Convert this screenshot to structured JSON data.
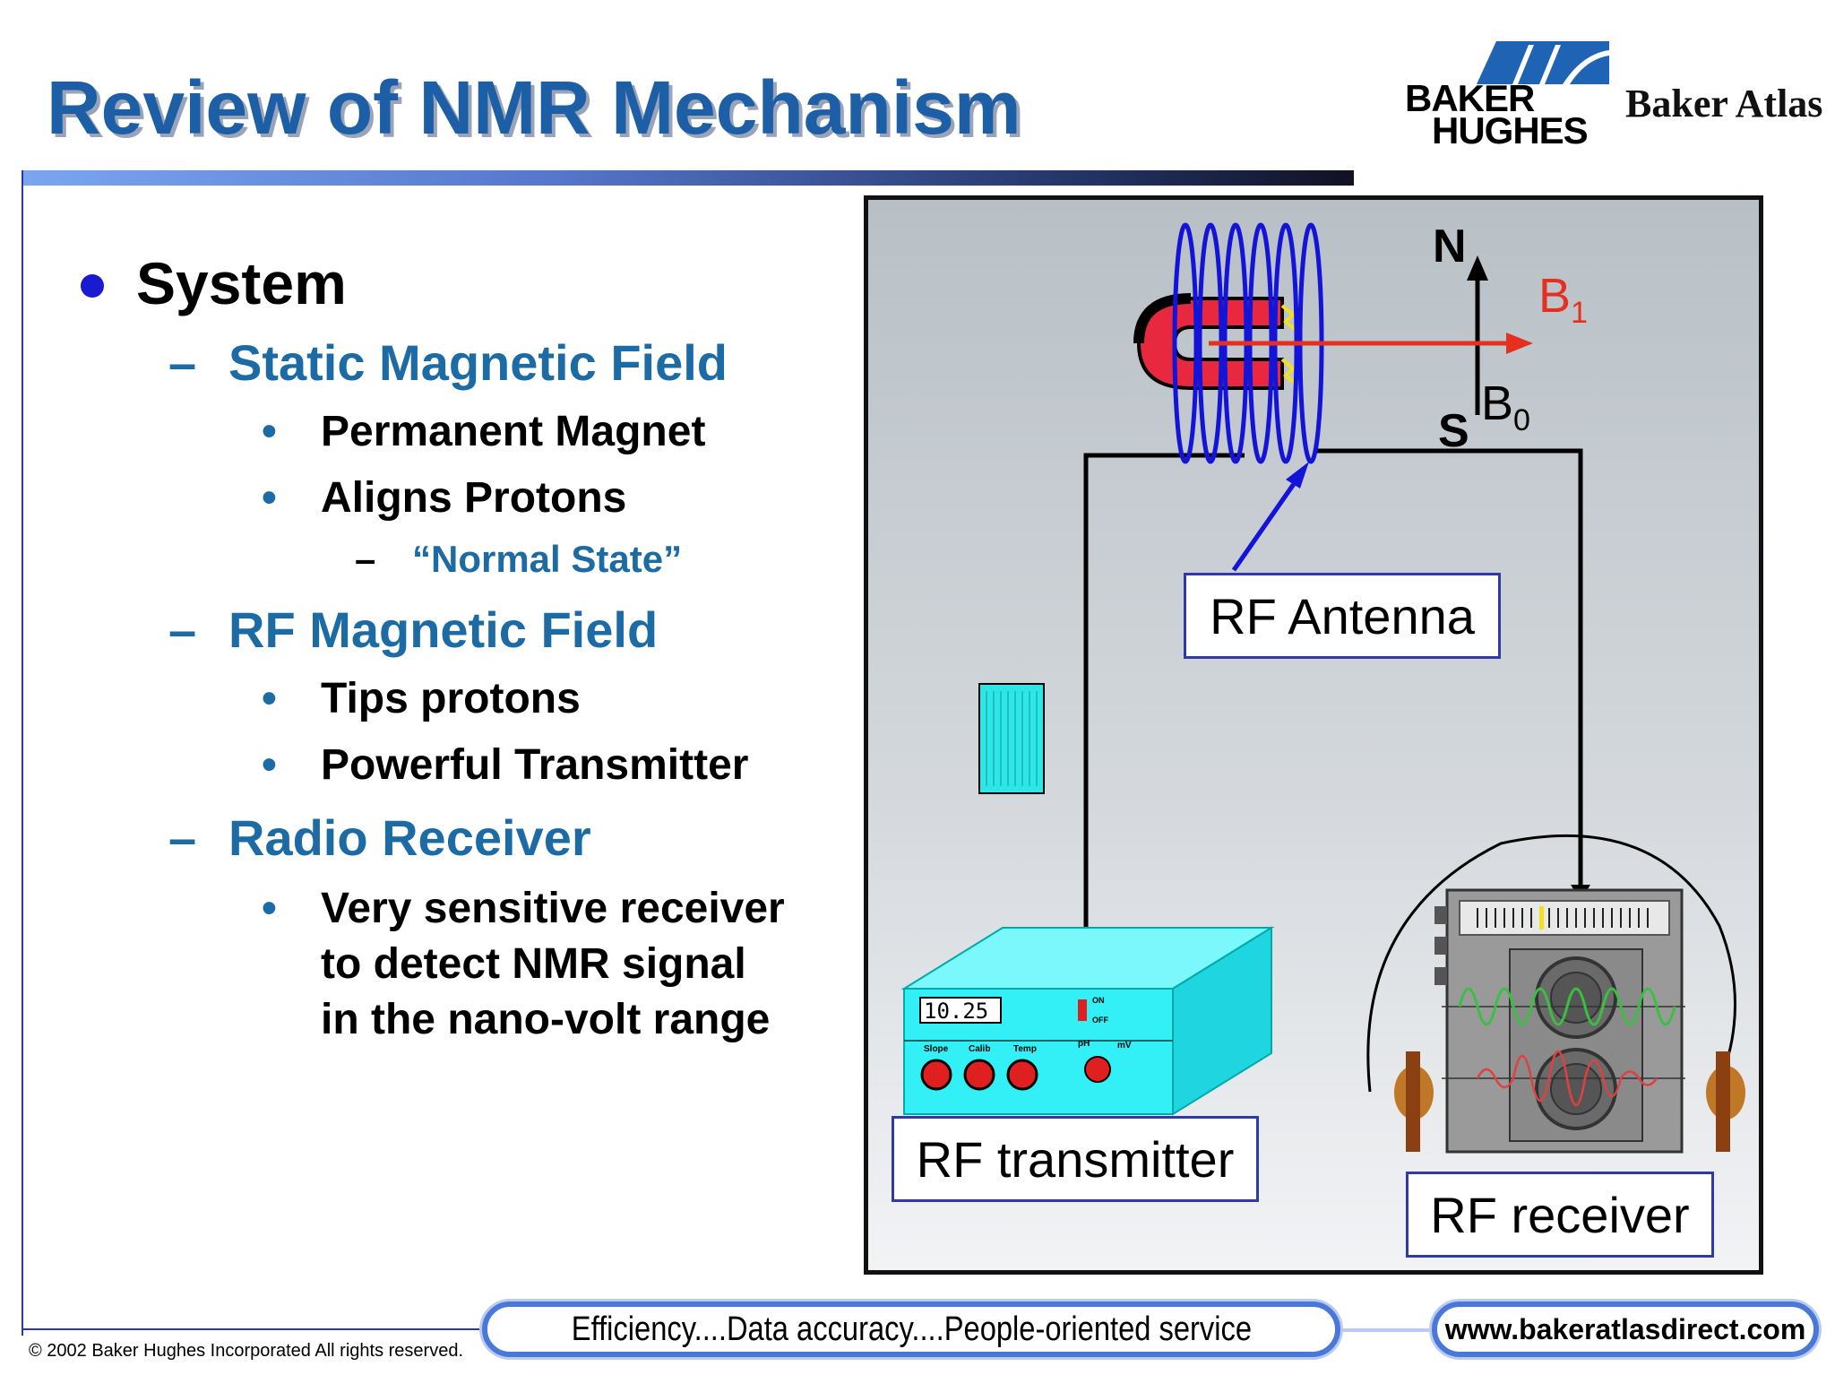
{
  "title": "Review of NMR Mechanism",
  "logos": {
    "baker_hughes_line1": "BAKER",
    "baker_hughes_line2": "HUGHES",
    "baker_atlas": "Baker Atlas"
  },
  "bullets": {
    "system": "System",
    "static_field": "Static Magnetic Field",
    "permanent_magnet": "Permanent Magnet",
    "aligns_protons": "Aligns Protons",
    "normal_state": "“Normal State”",
    "rf_field": "RF Magnetic Field",
    "tips_protons": "Tips protons",
    "powerful_transmitter": "Powerful Transmitter",
    "radio_receiver": "Radio Receiver",
    "receiver_line1": "Very sensitive receiver",
    "receiver_line2": "to detect NMR signal",
    "receiver_line3": "in the nano-volt range",
    "dash": "–",
    "dot": "•"
  },
  "diagram": {
    "pole_n": "N",
    "pole_s": "S",
    "b1_letter": "B",
    "b1_sub": "1",
    "b0_letter": "B",
    "b0_sub": "0",
    "rf_antenna": "RF Antenna",
    "rf_transmitter": "RF transmitter",
    "rf_receiver": "RF receiver",
    "transmitter_display": "10.25",
    "knob_labels": [
      "Slope",
      "Calib",
      "Temp",
      "pH",
      "mV"
    ],
    "switch_on": "ON",
    "switch_off": "OFF"
  },
  "colors": {
    "title": "#1d5fa6",
    "sub_heading": "#1c6ba4",
    "coil": "#1414d8",
    "b1_arrow": "#e53020",
    "transmitter": "#33f0f6",
    "label_border": "#2f3aa8"
  },
  "footer": {
    "slogan": "Efficiency....Data accuracy....People-oriented service",
    "url": "www.bakeratlasdirect.com",
    "copyright": "© 2002 Baker Hughes Incorporated All rights reserved."
  }
}
